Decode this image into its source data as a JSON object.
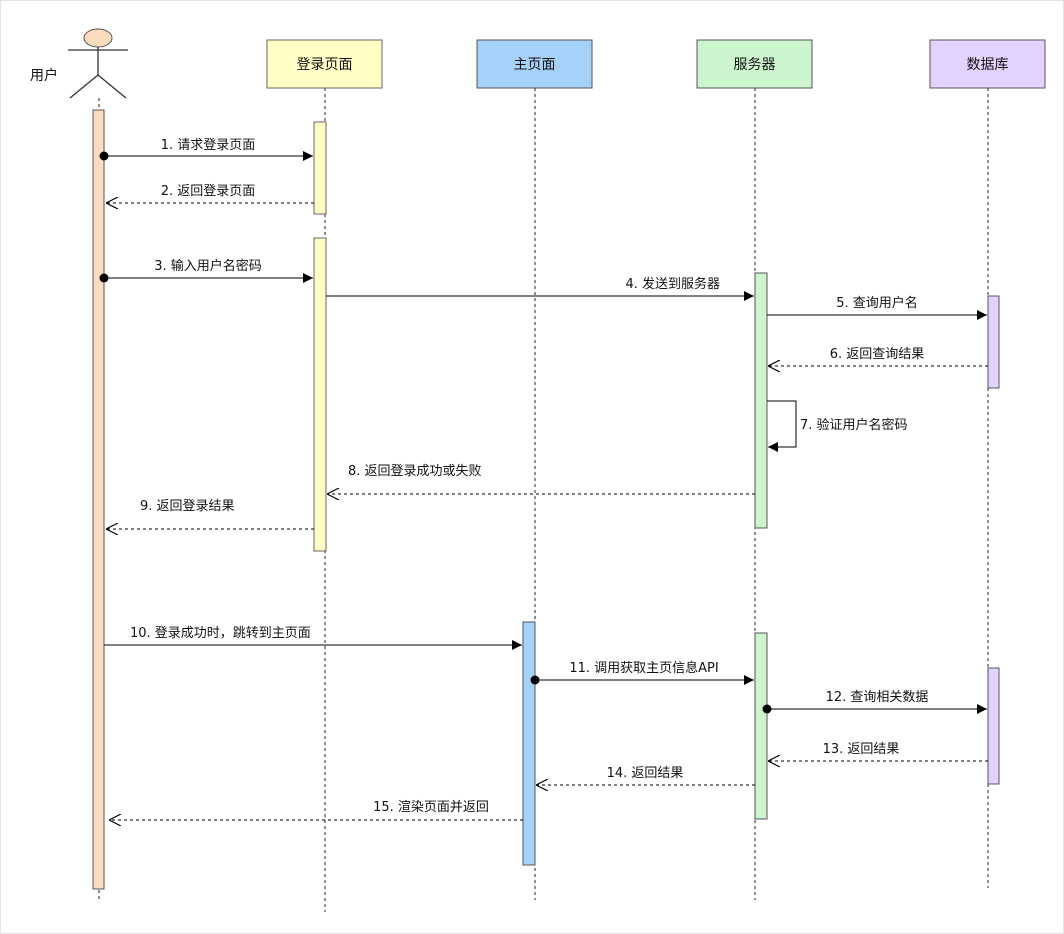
{
  "participants": [
    {
      "id": "user",
      "label": "用户",
      "kind": "actor",
      "fill": "#fcdcbf",
      "stroke": "#555555"
    },
    {
      "id": "login",
      "label": "登录页面",
      "kind": "box",
      "fill": "#ffffc6",
      "stroke": "#666666"
    },
    {
      "id": "home",
      "label": "主页面",
      "kind": "box",
      "fill": "#a6d1f8",
      "stroke": "#555555"
    },
    {
      "id": "server",
      "label": "服务器",
      "kind": "box",
      "fill": "#ccf5cd",
      "stroke": "#555555"
    },
    {
      "id": "db",
      "label": "数据库",
      "kind": "box",
      "fill": "#e3d2ff",
      "stroke": "#555555"
    }
  ],
  "messages": [
    {
      "id": "m1",
      "from": "user",
      "to": "login",
      "label": "1. 请求登录页面",
      "style": "solid"
    },
    {
      "id": "m2",
      "from": "login",
      "to": "user",
      "label": "2. 返回登录页面",
      "style": "dashed"
    },
    {
      "id": "m3",
      "from": "user",
      "to": "login",
      "label": "3. 输入用户名密码",
      "style": "solid"
    },
    {
      "id": "m4",
      "from": "login",
      "to": "server",
      "label": "4. 发送到服务器",
      "style": "solid"
    },
    {
      "id": "m5",
      "from": "server",
      "to": "db",
      "label": "5. 查询用户名",
      "style": "solid"
    },
    {
      "id": "m6",
      "from": "db",
      "to": "server",
      "label": "6. 返回查询结果",
      "style": "dashed"
    },
    {
      "id": "m7",
      "from": "server",
      "to": "server",
      "label": "7. 验证用户名密码",
      "style": "solid"
    },
    {
      "id": "m8",
      "from": "server",
      "to": "login",
      "label": "8. 返回登录成功或失败",
      "style": "dashed"
    },
    {
      "id": "m9",
      "from": "login",
      "to": "user",
      "label": "9. 返回登录结果",
      "style": "dashed"
    },
    {
      "id": "m10",
      "from": "user",
      "to": "home",
      "label": "10. 登录成功时，跳转到主页面",
      "style": "solid"
    },
    {
      "id": "m11",
      "from": "home",
      "to": "server",
      "label": "11. 调用获取主页信息API",
      "style": "solid"
    },
    {
      "id": "m12",
      "from": "server",
      "to": "db",
      "label": "12. 查询相关数据",
      "style": "solid"
    },
    {
      "id": "m13",
      "from": "db",
      "to": "server",
      "label": "13. 返回结果",
      "style": "dashed"
    },
    {
      "id": "m14",
      "from": "server",
      "to": "home",
      "label": "14. 返回结果",
      "style": "dashed"
    },
    {
      "id": "m15",
      "from": "home",
      "to": "user",
      "label": "15. 渲染页面并返回",
      "style": "dashed"
    }
  ]
}
